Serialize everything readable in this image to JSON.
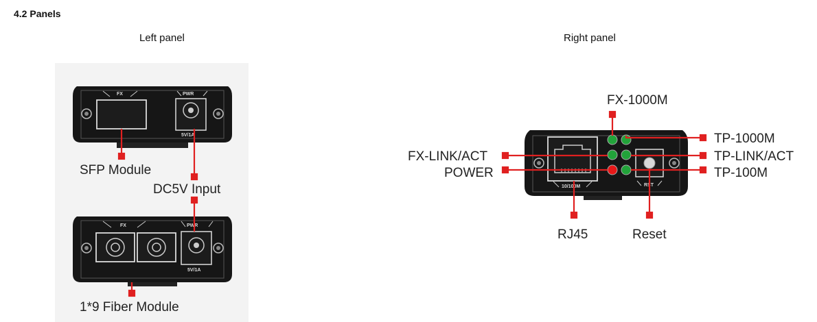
{
  "heading": "4.2 Panels",
  "captions": {
    "left": "Left panel",
    "right": "Right panel"
  },
  "left_panel": {
    "top_device": {
      "fx": "FX",
      "pwr": "PWR",
      "rating": "5V/1A"
    },
    "bottom_device": {
      "fx": "FX",
      "pwr": "PWR",
      "rating": "5V/1A"
    },
    "callouts": {
      "sfp": "SFP Module",
      "dc": "DC5V Input",
      "fiber": "1*9 Fiber Module"
    }
  },
  "right_panel": {
    "device": {
      "port": "10/100M",
      "rst": "RST"
    },
    "callouts": {
      "fx1000": "FX-1000M",
      "tp1000": "TP-1000M",
      "fxlink": "FX-LINK/ACT",
      "tplink": "TP-LINK/ACT",
      "power": "POWER",
      "tp100": "TP-100M",
      "rj45": "RJ45",
      "reset": "Reset"
    }
  },
  "colors": {
    "callout_red": "#e02020",
    "led_green": "#22a33a",
    "led_red": "#e81818",
    "device": "#161616"
  }
}
